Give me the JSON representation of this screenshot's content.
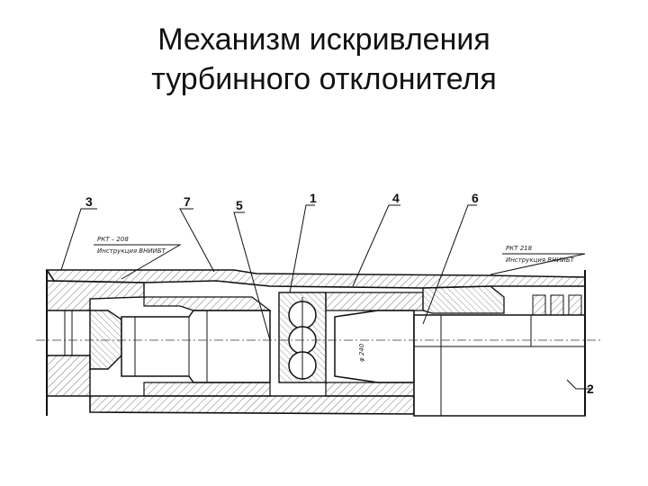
{
  "title": {
    "line1": "Механизм искривления",
    "line2": "турбинного отклонителя"
  },
  "callouts": [
    "3",
    "7",
    "5",
    "1",
    "4",
    "6",
    "2"
  ],
  "notes": {
    "left_code": "РКТ – 208",
    "left_text": "Инструкция ВНИИБТ",
    "right_code": "РКТ 218",
    "right_text": "Инструкция ВНИИБТ",
    "dimension": "φ 240"
  },
  "colors": {
    "line": "#111111",
    "hatch": "#555555",
    "background": "#ffffff"
  }
}
